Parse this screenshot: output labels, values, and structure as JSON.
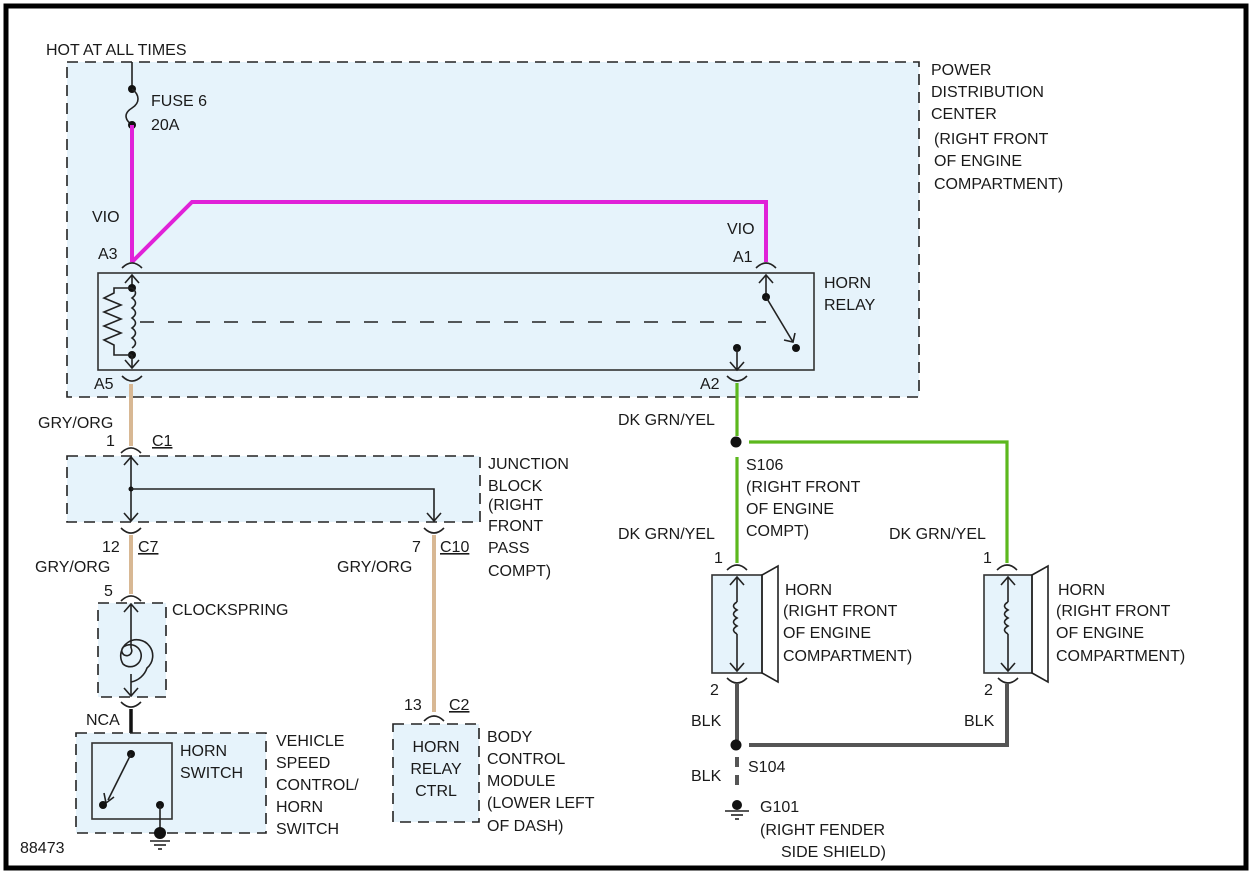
{
  "figure_id": "88473",
  "supply": {
    "label": "HOT AT ALL TIMES"
  },
  "pdc": {
    "title": [
      "POWER",
      "DISTRIBUTION",
      "CENTER"
    ],
    "location": [
      "(RIGHT FRONT",
      "OF ENGINE",
      "COMPARTMENT)"
    ],
    "fuse": {
      "name": "FUSE 6",
      "rating": "20A"
    },
    "relay": {
      "name": [
        "HORN",
        "RELAY"
      ],
      "pins": {
        "a3": "A3",
        "a1": "A1",
        "a5": "A5",
        "a2": "A2"
      }
    }
  },
  "wires": {
    "vio": "VIO",
    "gry_org": "GRY/ORG",
    "dk_grn_yel": "DK GRN/YEL",
    "blk": "BLK",
    "nca": "NCA"
  },
  "wire_colors": {
    "vio": "#e021d8",
    "gry_org": "#d8b894",
    "dk_grn_yel": "#5cb81e",
    "blk": "#555555",
    "component_fill": "#e6f3fb"
  },
  "junction_block": {
    "title": [
      "JUNCTION",
      "BLOCK",
      "(RIGHT",
      "FRONT",
      "PASS",
      "COMPT)"
    ],
    "c1": {
      "pin": "1",
      "connector": "C1"
    },
    "c7": {
      "pin": "12",
      "connector": "C7"
    },
    "c10": {
      "pin": "7",
      "connector": "C10"
    }
  },
  "clockspring": {
    "pin": "5",
    "title": "CLOCKSPRING"
  },
  "horn_switch": {
    "inner": [
      "HORN",
      "SWITCH"
    ],
    "title": [
      "VEHICLE",
      "SPEED",
      "CONTROL/",
      "HORN",
      "SWITCH"
    ]
  },
  "bcm": {
    "pin": "13",
    "connector": "C2",
    "inner": [
      "HORN",
      "RELAY",
      "CTRL"
    ],
    "title": [
      "BODY",
      "CONTROL",
      "MODULE",
      "(LOWER LEFT",
      "OF DASH)"
    ]
  },
  "splice_s106": {
    "name": "S106",
    "location": [
      "(RIGHT FRONT",
      "OF ENGINE",
      "COMPT)"
    ]
  },
  "horns": [
    {
      "pin_top": "1",
      "pin_bottom": "2",
      "title": [
        "HORN",
        "(RIGHT FRONT",
        "OF ENGINE",
        "COMPARTMENT)"
      ]
    },
    {
      "pin_top": "1",
      "pin_bottom": "2",
      "title": [
        "HORN",
        "(RIGHT FRONT",
        "OF ENGINE",
        "COMPARTMENT)"
      ]
    }
  ],
  "splice_s104": {
    "name": "S104"
  },
  "ground_g101": {
    "name": "G101",
    "location": [
      "(RIGHT FENDER",
      "SIDE SHIELD)"
    ]
  }
}
